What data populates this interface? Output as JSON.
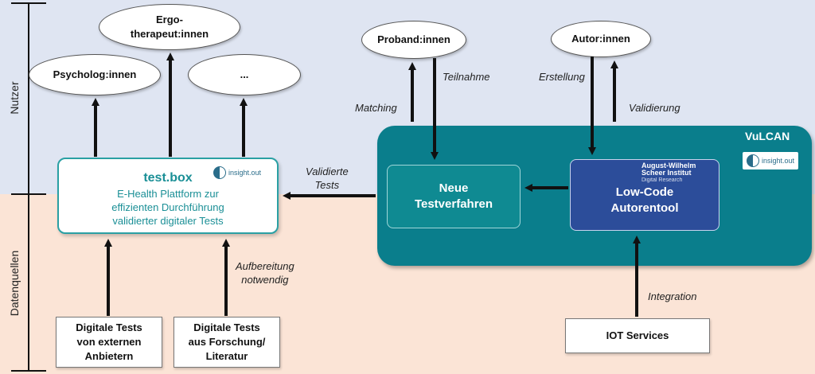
{
  "lanes": {
    "top": "Nutzer",
    "bottom": "Datenquellen"
  },
  "users": {
    "psychologists": "Psycholog:innen",
    "ergo_line1": "Ergo-",
    "ergo_line2": "therapeut:innen",
    "more": "...",
    "probands": "Proband:innen",
    "authors": "Autor:innen"
  },
  "testbox": {
    "title": "test.box",
    "line1": "E-Health Plattform zur",
    "line2": "effizienten Durchführung",
    "line3": "validierter digitaler Tests"
  },
  "logos": {
    "insight_out": "insight.out"
  },
  "vulcan": {
    "title": "VuLCAN",
    "new_tests_line1": "Neue",
    "new_tests_line2": "Testverfahren",
    "lowcode_line1": "Low-Code",
    "lowcode_line2": "Autorentool",
    "institute_line1": "August-Wilhelm",
    "institute_line2": "Scheer Institut",
    "institute_line3": "Digital Research"
  },
  "edge_labels": {
    "teilnahme": "Teilnahme",
    "matching": "Matching",
    "erstellung": "Erstellung",
    "validierung": "Validierung",
    "validierte_line1": "Validierte",
    "validierte_line2": "Tests",
    "aufbereitung_line1": "Aufbereitung",
    "aufbereitung_line2": "notwendig",
    "integration": "Integration"
  },
  "sources": {
    "external_line1": "Digitale Tests",
    "external_line2": "von externen",
    "external_line3": "Anbietern",
    "research_line1": "Digitale Tests",
    "research_line2": "aus Forschung/",
    "research_line3": "Literatur",
    "iot": "IOT Services"
  }
}
